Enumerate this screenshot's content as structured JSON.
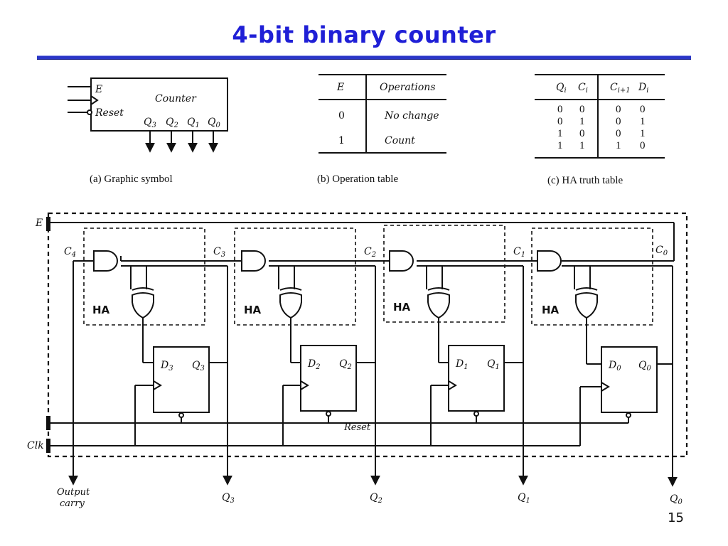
{
  "slide": {
    "title": "4-bit binary counter",
    "page_number": "15"
  },
  "symbol": {
    "name": "Counter",
    "input_E": "E",
    "input_reset": "Reset",
    "outputs": [
      "Q3",
      "Q2",
      "Q1",
      "Q0"
    ],
    "caption": "(a)  Graphic symbol"
  },
  "operation_table": {
    "headers": [
      "E",
      "Operations"
    ],
    "rows": [
      [
        "0",
        "No change"
      ],
      [
        "1",
        "Count"
      ]
    ],
    "caption": "(b)  Operation table"
  },
  "ha_truth_table": {
    "headers": [
      "Qi",
      "Ci",
      "Ci+1",
      "Di"
    ],
    "rows": [
      [
        "0",
        "0",
        "0",
        "0"
      ],
      [
        "0",
        "1",
        "0",
        "1"
      ],
      [
        "1",
        "0",
        "0",
        "1"
      ],
      [
        "1",
        "1",
        "1",
        "0"
      ]
    ],
    "caption": "(c)  HA truth table"
  },
  "circuit": {
    "enable_label": "E",
    "clock_label": "Clk",
    "reset_label": "Reset",
    "ha_labels": [
      "HA",
      "HA",
      "HA",
      "HA"
    ],
    "carry_labels": [
      "C4",
      "C3",
      "C2",
      "C1",
      "C0"
    ],
    "flipflop_d_labels": [
      "D3",
      "D2",
      "D1",
      "D0"
    ],
    "flipflop_q_labels": [
      "Q3",
      "Q2",
      "Q1",
      "Q0"
    ],
    "output_labels": [
      "Q3",
      "Q2",
      "Q1",
      "Q0"
    ],
    "output_carry_label": [
      "Output",
      "carry"
    ]
  }
}
